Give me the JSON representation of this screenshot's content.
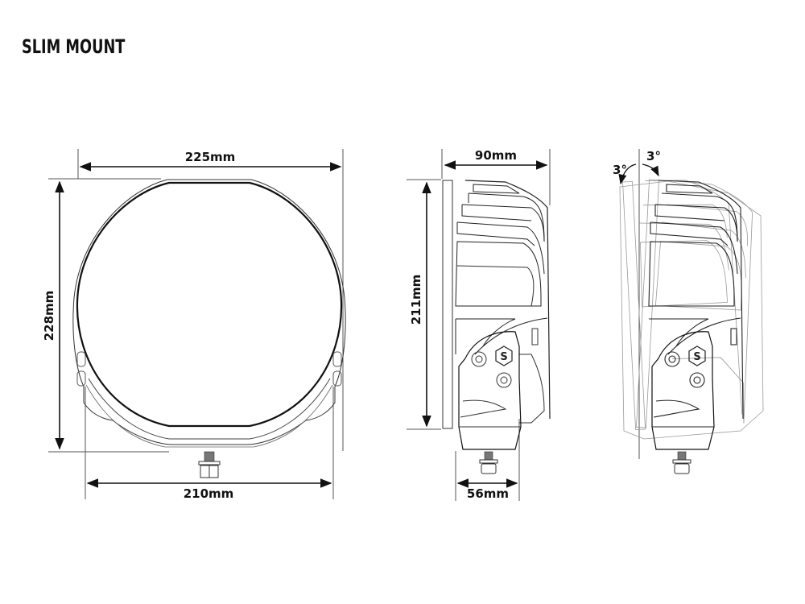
{
  "title": "SLIM MOUNT",
  "front_view": {
    "width_top": "225mm",
    "height": "228mm",
    "width_bottom": "210mm"
  },
  "side_view": {
    "depth": "90mm",
    "height": "211mm",
    "bracket_width": "56mm",
    "logo": "S-hexagon-logo"
  },
  "tilt_view": {
    "tilt_back": "3°",
    "tilt_forward": "3°",
    "logo": "S-hexagon-logo"
  },
  "colors": {
    "line": "#111111",
    "thin_line": "#555555",
    "ghost_line": "#9a9a9a",
    "background": "#ffffff"
  }
}
